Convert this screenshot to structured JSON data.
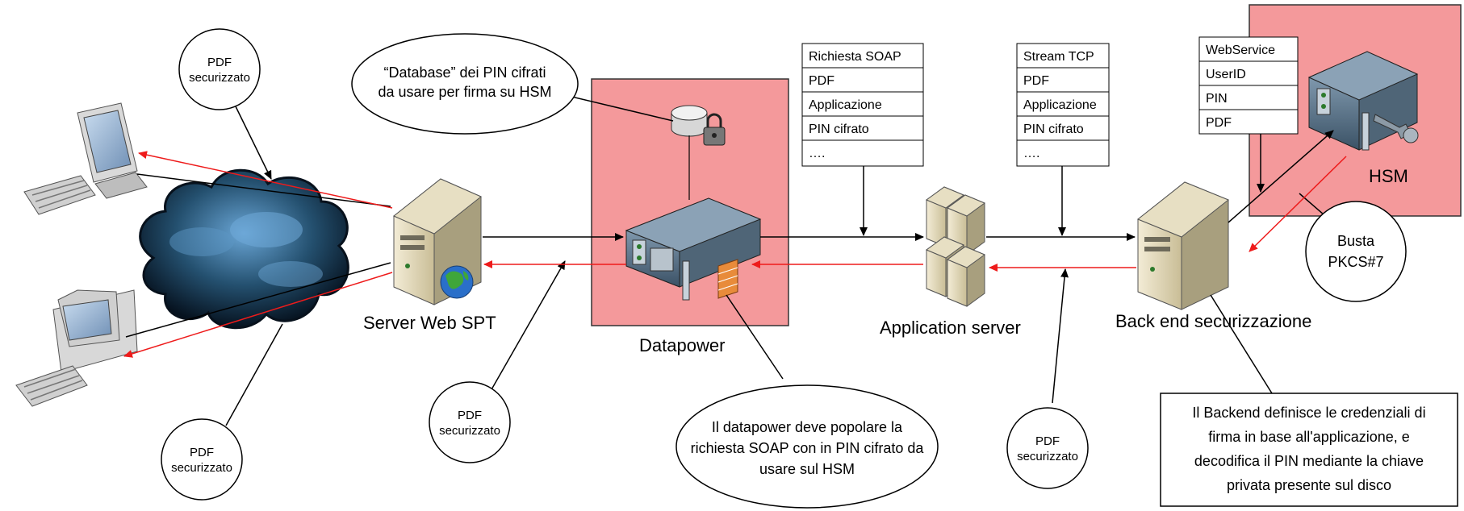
{
  "nodes": {
    "web_server": "Server Web SPT",
    "datapower": "Datapower",
    "app_server": "Application server",
    "backend": "Back end securizzazione",
    "hsm": "HSM"
  },
  "bubbles": {
    "pdf_top": [
      "PDF",
      "securizzato"
    ],
    "pdf_bottom_left": [
      "PDF",
      "securizzato"
    ],
    "pdf_middle": [
      "PDF",
      "securizzato"
    ],
    "pdf_app": [
      "PDF",
      "securizzato"
    ],
    "database": [
      "“Database” dei PIN cifrati",
      "da usare per firma su HSM"
    ],
    "datapower_note": [
      "Il datapower deve popolare la",
      "richiesta SOAP con in PIN cifrato da",
      "usare sul HSM"
    ],
    "busta": [
      "Busta",
      "PKCS#7"
    ]
  },
  "tables": {
    "soap": [
      "Richiesta SOAP",
      "PDF",
      "Applicazione",
      "PIN cifrato",
      "…."
    ],
    "tcp": [
      "Stream TCP",
      "PDF",
      "Applicazione",
      "PIN cifrato",
      "…."
    ],
    "ws": [
      "WebService",
      "UserID",
      "PIN",
      "PDF"
    ]
  },
  "backend_note": [
    "Il Backend definisce le credenziali di",
    "firma in base all'applicazione, e",
    "decodifica il PIN mediante la chiave",
    "privata presente sul disco"
  ],
  "colors": {
    "zone_fill": "#f4999b",
    "arrow_red": "#ee1b1b",
    "arrow_black": "#000000",
    "cloud_dark": "#0b1c30",
    "cloud_light": "#5e9cd0"
  }
}
